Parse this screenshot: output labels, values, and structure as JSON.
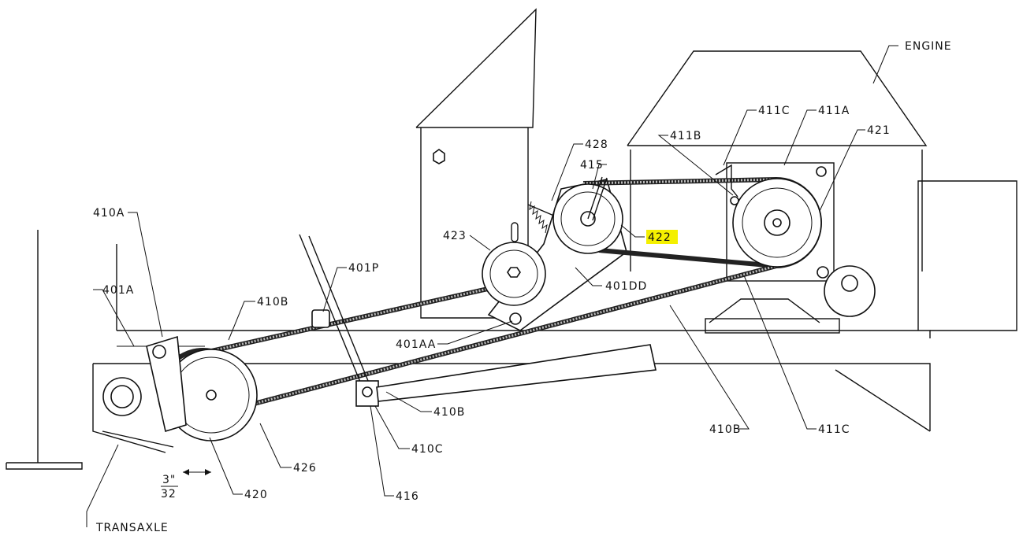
{
  "labels": {
    "engine": "ENGINE",
    "p411c_top": "411C",
    "p411a": "411A",
    "p411b": "411B",
    "p421": "421",
    "p428": "428",
    "p415": "415",
    "p422": "422",
    "p423": "423",
    "p401dd": "401DD",
    "p401aa": "401AA",
    "p410a": "410A",
    "p401a": "401A",
    "p401p": "401P",
    "p410b_left": "410B",
    "p410b_mid": "410B",
    "p410b_right": "410B",
    "p411c_bottom": "411C",
    "p410c": "410C",
    "p426": "426",
    "p416": "416",
    "p420": "420",
    "dim_num": "3\"",
    "dim_den": "32",
    "transaxle": "TRANSAXLE"
  },
  "highlight_color": "#f4f000"
}
